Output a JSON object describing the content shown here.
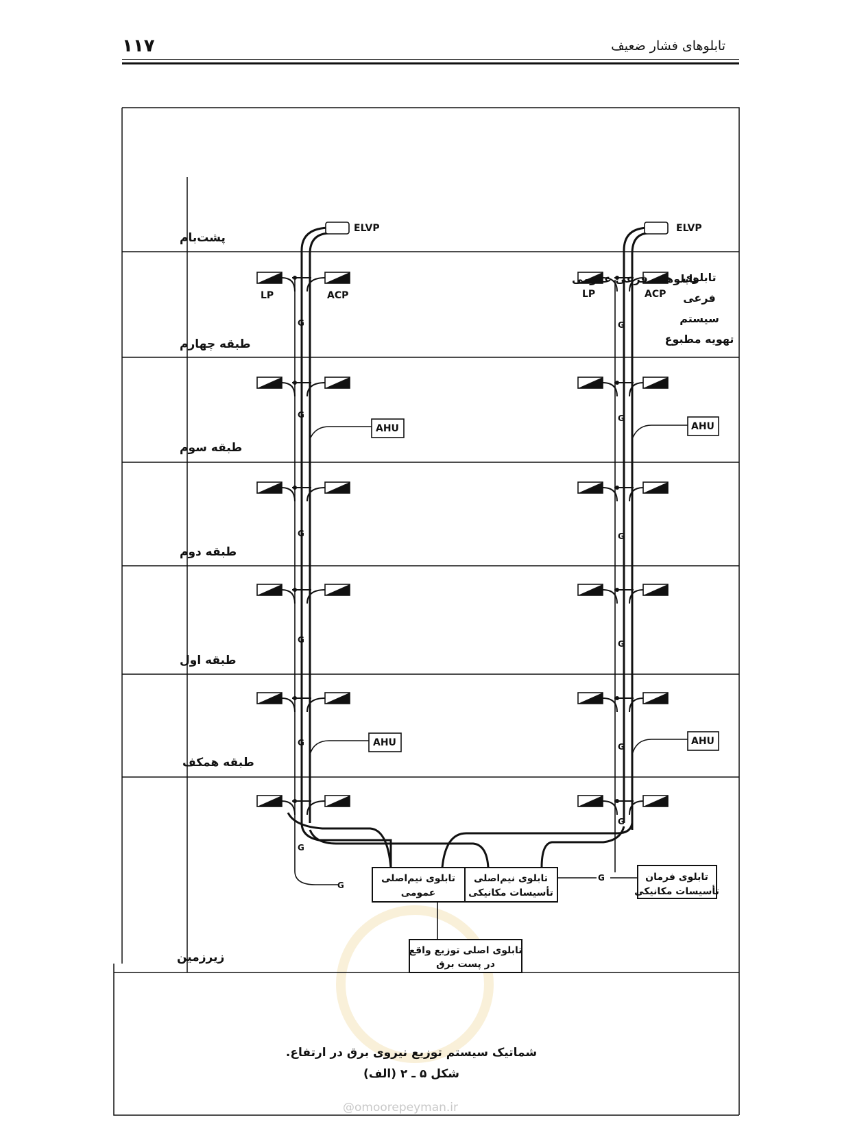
{
  "header": {
    "page_number": "۱۱۷",
    "running_title": "تابلوهای فشار ضعیف"
  },
  "floors": [
    {
      "label": "پشت‌بام"
    },
    {
      "label": "طبقه چهارم"
    },
    {
      "label": "طبقه سوم"
    },
    {
      "label": "طبقه دوم"
    },
    {
      "label": "طبقه اول"
    },
    {
      "label": "طبقه همکف"
    },
    {
      "label": "زیرزمین"
    }
  ],
  "risers": {
    "elvp_label": "ELVP",
    "lp_label": "LP",
    "acp_label": "ACP",
    "ahu_label": "AHU",
    "ground_label": "G"
  },
  "annotations": {
    "general_subpanels": "تابلوهای فرعی عمومی",
    "hvac_subpanel": [
      "تابلوی",
      "فرعی",
      "سیستم",
      "تهویه مطبوع"
    ]
  },
  "panels": {
    "general_sub_main": [
      "تابلوی نیم‌اصلی",
      "عمومی"
    ],
    "mech_sub_main": [
      "تابلوی نیم‌اصلی",
      "تأسیسات مکانیکی"
    ],
    "mech_control": [
      "تابلوی فرمان",
      "تأسیسات مکانیکی"
    ],
    "main_distribution": [
      "تابلوی اصلی توزیع واقع",
      "در پست برق"
    ]
  },
  "caption": {
    "title": "شماتیک سیستم توزیع نیروی برق در ارتفاع.",
    "figure": "شکل ۵ ـ ۲ (الف)"
  },
  "watermark": "@omoorepeyman.ir"
}
